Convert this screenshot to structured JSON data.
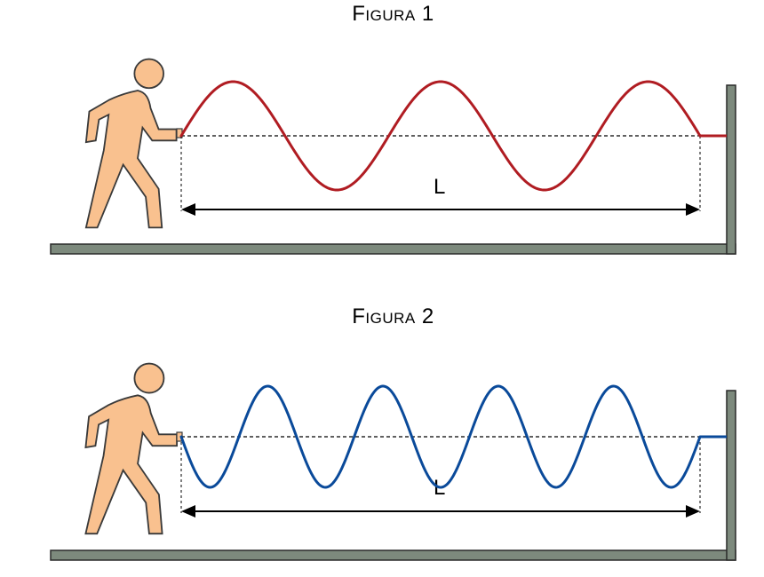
{
  "figures": [
    {
      "title": "Figura 1",
      "length_label": "L",
      "wave_color": "#b01c22",
      "wavelengths_in_L": 2.5,
      "initial_direction": "up"
    },
    {
      "title": "Figura 2",
      "length_label": "L",
      "wave_color": "#0a4a9a",
      "wavelengths_in_L": 4.5,
      "initial_direction": "down"
    }
  ],
  "colors": {
    "person": "#f9c18f",
    "person_outline": "#3a3a3a",
    "ground": "#7d8a7d",
    "ground_outline": "#2a2a2a",
    "dimension_line": "#000000"
  }
}
